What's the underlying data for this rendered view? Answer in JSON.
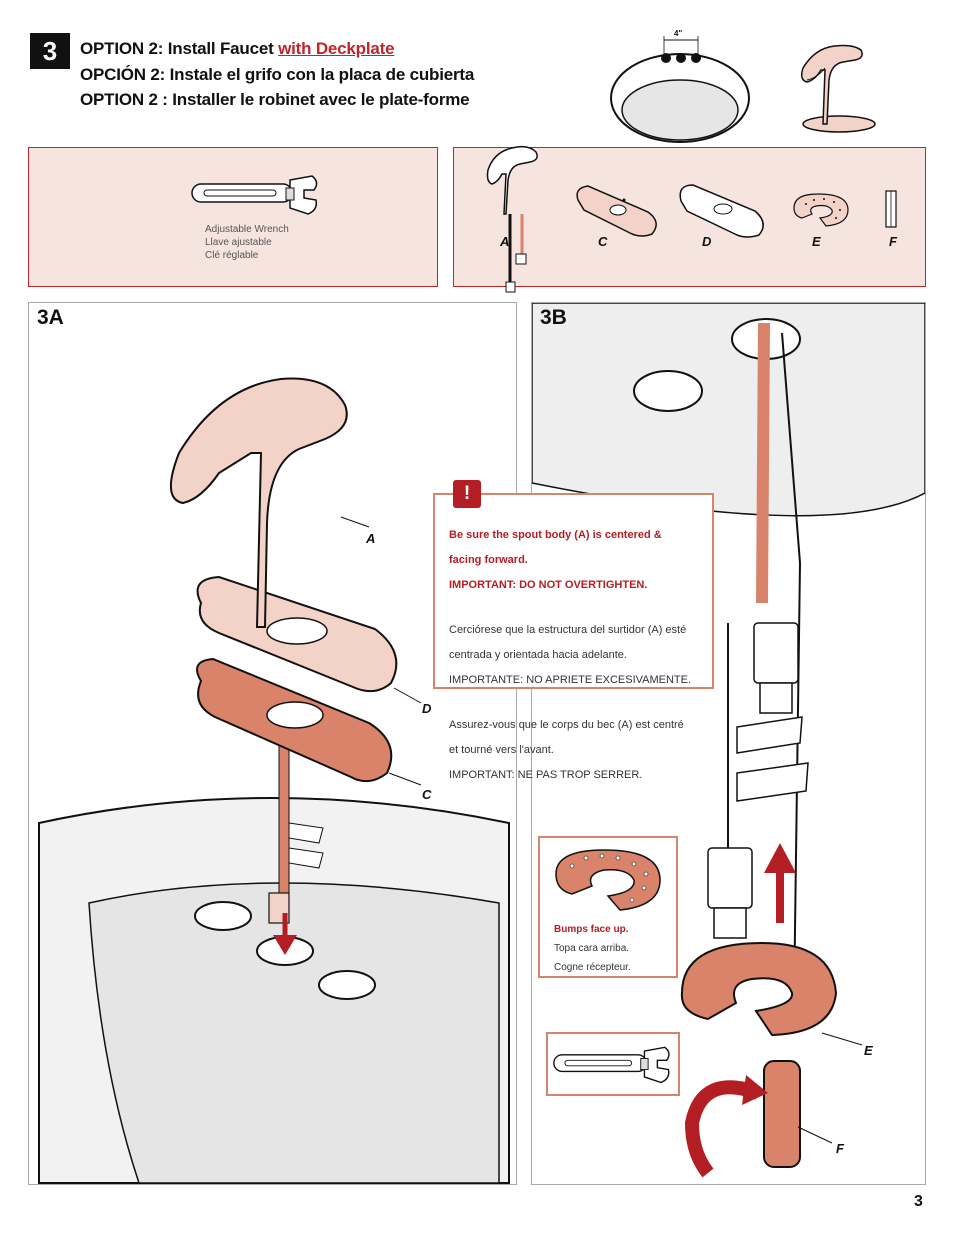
{
  "step": {
    "number": "3"
  },
  "headings": {
    "en_prefix": "OPTION 2:  Install Faucet ",
    "en_link": "with Deckplate",
    "es": "OPCIÓN 2:  Instale el grifo con la placa de cubierta",
    "fr": "OPTION 2 : Installer le robinet avec le plate-forme"
  },
  "sink_diagram": {
    "spacing_label": "4\""
  },
  "tools": {
    "wrench_en": "Adjustable Wrench",
    "wrench_es": "Llave ajustable",
    "wrench_fr": "Clé réglable"
  },
  "parts": {
    "a": "A",
    "c": "C",
    "d": "D",
    "e": "E",
    "f": "F"
  },
  "section_3a": {
    "label": "3A"
  },
  "section_3b": {
    "label": "3B"
  },
  "warning": {
    "icon": "!",
    "en_line1": "Be sure the spout body (A) is centered &",
    "en_line2": "facing forward.",
    "en_line3": "IMPORTANT: DO NOT OVERTIGHTEN.",
    "es_line1": "Cerciórese que la estructura del surtidor (A) esté",
    "es_line2": "centrada y orientada hacia adelante.",
    "es_line3": "IMPORTANTE: NO APRIETE EXCESIVAMENTE.",
    "fr_line1": "Assurez-vous que le corps du bec (A) est centré",
    "fr_line2": "et tourné vers l'avant.",
    "fr_line3": "IMPORTANT: NE PAS TROP SERRER."
  },
  "bumps": {
    "en": "Bumps face up.",
    "es": "Topa cara arriba.",
    "fr": "Cogne récepteur."
  },
  "colors": {
    "accent": "#c0252b",
    "panel_bg": "#f6e5df",
    "copper": "#d9836b",
    "skin": "#f3d3c7"
  },
  "page": {
    "number": "3"
  }
}
